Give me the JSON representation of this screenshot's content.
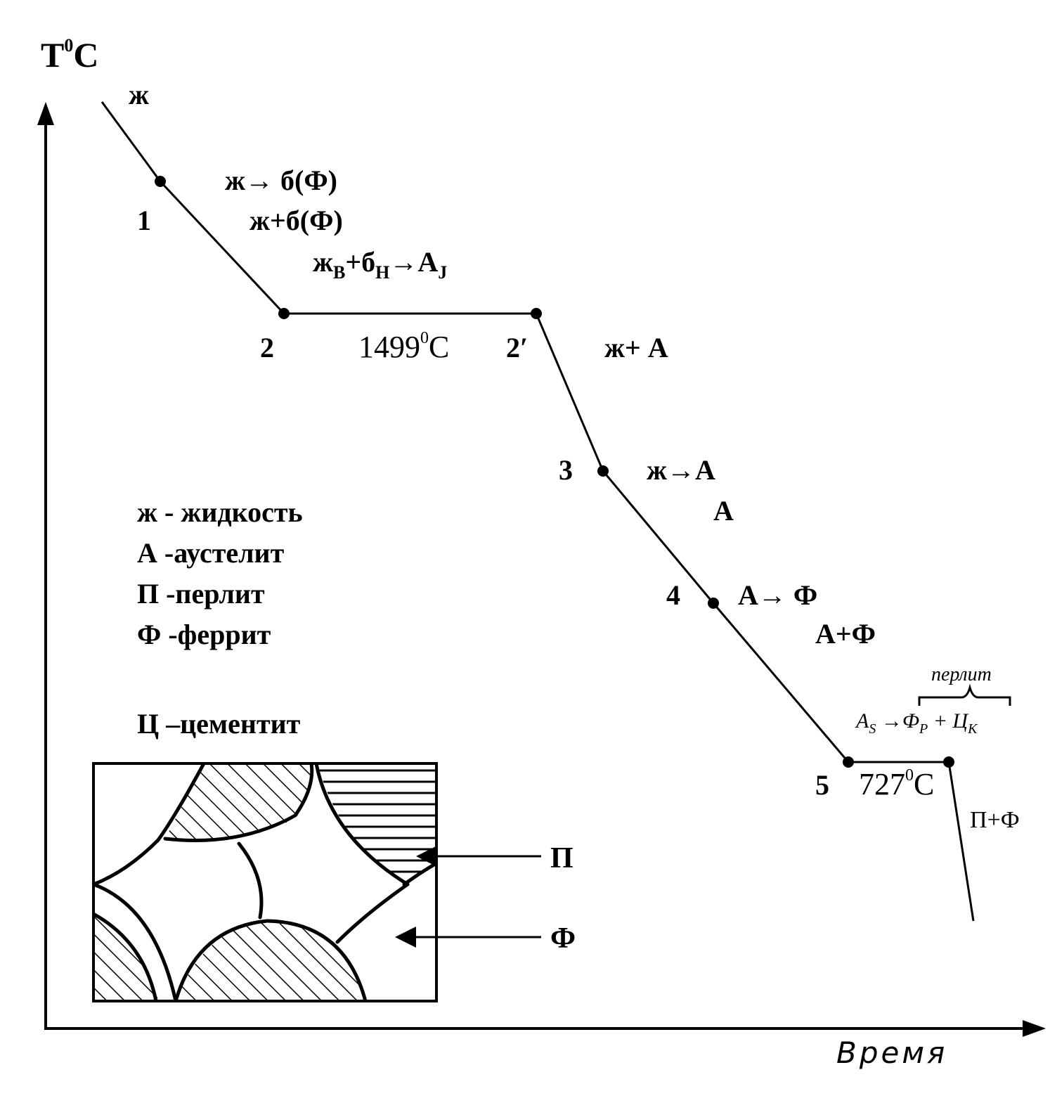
{
  "axes": {
    "y_label_main": "T",
    "y_label_sup": "0",
    "y_label_unit": "C",
    "x_label": "Время"
  },
  "points": {
    "p1": "1",
    "p2": "2",
    "p2prime": "2′",
    "p3": "3",
    "p4": "4",
    "p5": "5"
  },
  "temperatures": {
    "peritectic_value": "1499",
    "peritectic_sup": "0",
    "peritectic_unit": "C",
    "eutectoid_value": "727",
    "eutectoid_sup": "0",
    "eutectoid_unit": "C"
  },
  "phase_labels": {
    "liquid": "ж",
    "transform_1": "ж→ б(Ф)",
    "region_1": "ж+б(Ф)",
    "peritectic_a": "ж",
    "peritectic_a_sub": "В",
    "peritectic_b": "+б",
    "peritectic_b_sub": "Н",
    "peritectic_c": "→A",
    "peritectic_c_sub": "J",
    "region_2": "ж+ А",
    "transform_3": "ж→А",
    "region_3": "А",
    "transform_4": "А→ Ф",
    "region_4": "А+Ф",
    "pearlite_brace": "перлит",
    "eutectoid_a": "A",
    "eutectoid_a_sub": "S",
    "eutectoid_b": " →Ф",
    "eutectoid_b_sub": "P",
    "eutectoid_c": " + Ц",
    "eutectoid_c_sub": "K",
    "final_region": "П+Ф"
  },
  "legend": {
    "items": [
      "ж - жидкость",
      "А -аустелит",
      "П -перлит",
      "Ф -феррит"
    ],
    "cementite": "Ц –цементит"
  },
  "microstructure": {
    "pearlite_label": "П",
    "ferrite_label": "Ф"
  }
}
